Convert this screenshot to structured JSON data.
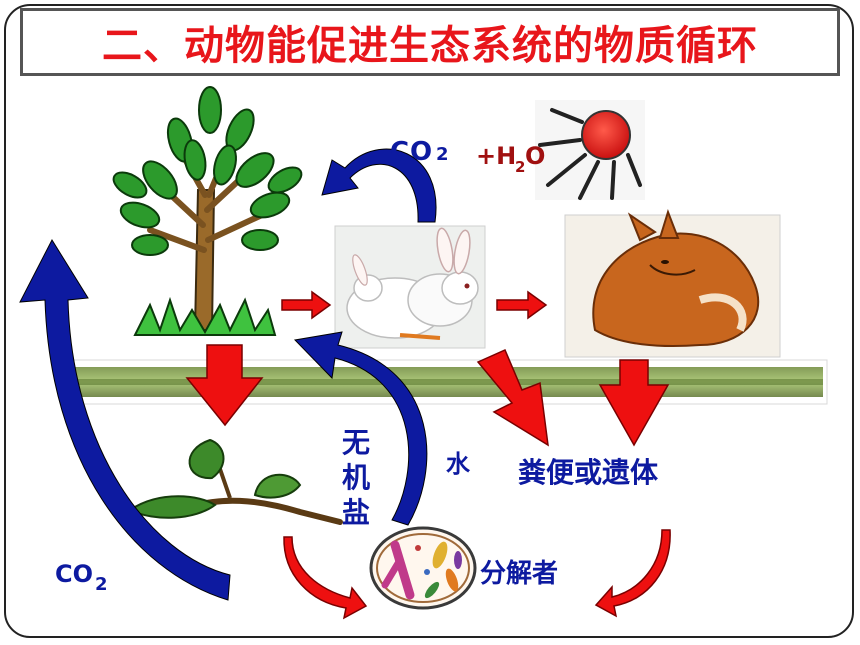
{
  "title": "二、动物能促进生态系统的物质循环",
  "labels": {
    "co2_top_c": "C",
    "co2_top_o": "O",
    "co2_top_sub": "2",
    "h2o_prefix": "+H",
    "h2o_sub": "2",
    "h2o_suffix": "O",
    "co2_left": "CO",
    "co2_left_sub": "2",
    "minerals": [
      "无",
      "机",
      "盐"
    ],
    "water": "水",
    "feces": "粪便或遗体",
    "decomposer": "分解者"
  },
  "icons": [
    "tree-icon",
    "sun-icon",
    "rabbit-icon",
    "fox-icon",
    "leaf-branch-icon",
    "microbes-icon"
  ],
  "colors": {
    "title": "#e8161b",
    "blue_arrow": "#0d1aa0",
    "red_arrow": "#ee1010",
    "blue_text": "#0d1aa0",
    "h2o_text": "#a01010"
  }
}
